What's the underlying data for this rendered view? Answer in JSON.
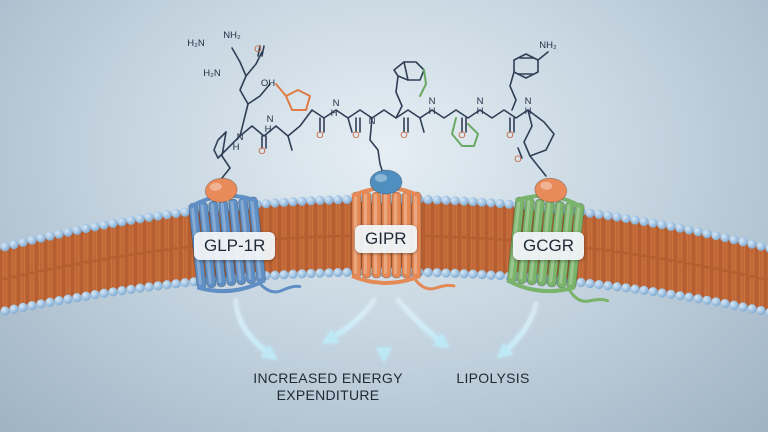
{
  "molecule": {
    "atoms": [
      "H₂N",
      "NH₂",
      "H₂N",
      "O",
      "OH",
      "N",
      "H",
      "N",
      "H",
      "N",
      "H",
      "N",
      "O",
      "O",
      "O",
      "O",
      "O",
      "O",
      "O",
      "N",
      "H",
      "N",
      "H",
      "N",
      "H",
      "NH₂"
    ]
  },
  "receptors": [
    {
      "id": "glp1r",
      "label": "GLP-1R",
      "body_color": "#5f8fc4",
      "ligand_color": "#e88a5a"
    },
    {
      "id": "gipr",
      "label": "GIPR",
      "body_color": "#e58a56",
      "ligand_color": "#4f8fc0"
    },
    {
      "id": "gcgr",
      "label": "GCGR",
      "body_color": "#7ab36a",
      "ligand_color": "#e88a5a"
    }
  ],
  "outcomes": {
    "energy": {
      "line1": "INCREASED ENERGY",
      "line2": "EXPENDITURE"
    },
    "lipolysis": {
      "line1": "LIPOLYSIS"
    }
  },
  "colors": {
    "membrane_head": "#8fb7dc",
    "membrane_tail": "#c9703c",
    "bond": "#2f3f55",
    "bond_orange": "#e07a46",
    "bond_green": "#6aaa63",
    "arrow": "#bfe8f7"
  }
}
